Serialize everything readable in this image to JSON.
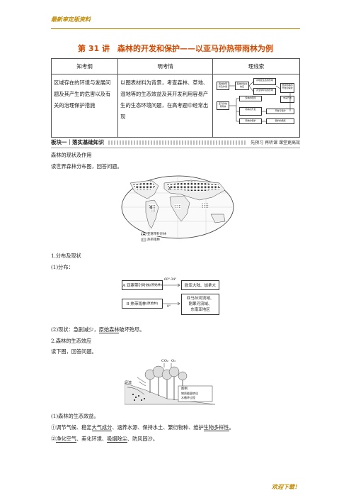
{
  "header": {
    "brand": "最新审定版资料"
  },
  "title": "第 31 讲　森林的开发和保护——以亚马孙热带雨林为例",
  "intro_table": {
    "headers": [
      "知考纲",
      "明考情",
      "理线索"
    ],
    "col1": "区域存在的环境与发展问题及其产生的危害以及有关的治理保护措施",
    "col2": "以图表材料为背景，考查森林、草地、湿地等的生态效益及其开发利用容易产生的生态环境问题，在高考题中经常出现",
    "mindmap": {
      "nodes": [
        "森林的现状及作用",
        "森林的生态效应",
        "亚马孙热带雨林",
        "雨林的开发",
        "雨林的保护",
        "对地区生态的影响",
        "对全球环境的影响",
        "毁林的原因",
        "热带雨林的开发和保护",
        "开发与保护",
        "未来开发",
        "保护的措施"
      ]
    }
  },
  "section": {
    "title": "板块一｜落实基础知识",
    "note": "先预习 再听课 课堂更高效"
  },
  "content": {
    "h1": "森林的现状及作用",
    "read_map": "读世界森林分布图，回答问题。",
    "map_legend": [
      "亚寒带针叶林",
      "热带雨林"
    ],
    "item1": "1.分布及现状",
    "item1_sub1": "(1)分布：",
    "dist": {
      "a_label": "A 亚寒带针叶林",
      "a_type": "(原始林)",
      "a_lat": "60°-34°",
      "b_label": "B 热带雨林",
      "b_type": "(原始林)",
      "b_lat": "0°",
      "right_a": "欧亚大陆、加拿大",
      "right_b1": "亚马孙河流域、",
      "right_b2": "刚果河流域、",
      "right_b3": "东南亚地区"
    },
    "item1_sub2_pre": "(2)现状：急剧减少，",
    "item1_sub2_u": "原始森林",
    "item1_sub2_post": "破坏殆尽。",
    "item2": "2.森林的生态效应",
    "read_fig": "读下图，回答问题。",
    "eco_labels": {
      "co2": "CO₂",
      "o2": "O₂",
      "runoff": "径流",
      "legend": "图例",
      "legend1": "物质能量转化",
      "legend2": "水循环过程"
    },
    "benefit_title": "(1)森林的生态效益。",
    "b1_pre": "①调节气候、稳定",
    "b1_u1": "大气成分",
    "b1_mid": "、涵养水源、保持水土、繁衍物种、维护",
    "b1_u2": "生物多样性",
    "b1_post": "。",
    "b2_pre": "②",
    "b2_u1": "净化空气",
    "b2_mid": "、美化环境、",
    "b2_u2": "吸烟除尘",
    "b2_post": "、防风固沙。"
  },
  "footer": {
    "text": "欢迎下载！"
  }
}
